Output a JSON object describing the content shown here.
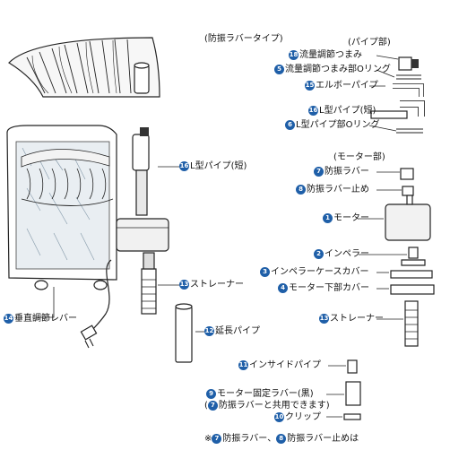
{
  "heading": "(防振ラバータイプ)",
  "groups": {
    "pipe": "(パイプ部)",
    "motor": "(モーター部)"
  },
  "accent_color": "#1f5fa8",
  "labels": {
    "flow_knob": {
      "num": "18",
      "text": "流量調節つまみ"
    },
    "flow_oring": {
      "num": "5",
      "text": "流量調節つまみ部Oリング"
    },
    "elbow": {
      "num": "15",
      "text": "エルボーパイプ"
    },
    "lpipe_small": {
      "num": "16",
      "text": "L型パイプ(短)"
    },
    "lpipe_oring": {
      "num": "6",
      "text": "L型パイプ部Oリング"
    },
    "vib_rubber": {
      "num": "7",
      "text": "防振ラバー"
    },
    "vib_stopper": {
      "num": "8",
      "text": "防振ラバー止め"
    },
    "motor": {
      "num": "1",
      "text": "モーター"
    },
    "impeller": {
      "num": "2",
      "text": "インペラー"
    },
    "impeller_cover": {
      "num": "3",
      "text": "インペラーケースカバー"
    },
    "motor_lower_cover": {
      "num": "4",
      "text": "モーター下部カバー"
    },
    "strainer_right": {
      "num": "13",
      "text": "ストレーナー"
    },
    "inside_pipe": {
      "num": "11",
      "text": "インサイドパイプ"
    },
    "motor_fix_rubber": {
      "num": "9",
      "text": "モーター固定ラバー(黒)"
    },
    "motor_fix_note_pre": "(",
    "motor_fix_note_num": "7",
    "motor_fix_note_post": "防振ラバーと共用できます)",
    "clip": {
      "num": "10",
      "text": "クリップ"
    },
    "lpipe_short": {
      "num": "16",
      "text": "L型パイプ(短)"
    },
    "strainer_left": {
      "num": "13",
      "text": "ストレーナー"
    },
    "ext_pipe": {
      "num": "12",
      "text": "延長パイプ"
    },
    "level_lever": {
      "num": "14",
      "text": "垂直調節レバー"
    }
  },
  "footnote": {
    "mark": "※",
    "num_a": "7",
    "text_a": "防振ラバー、",
    "num_b": "8",
    "text_b": "防振ラバー止めは"
  }
}
